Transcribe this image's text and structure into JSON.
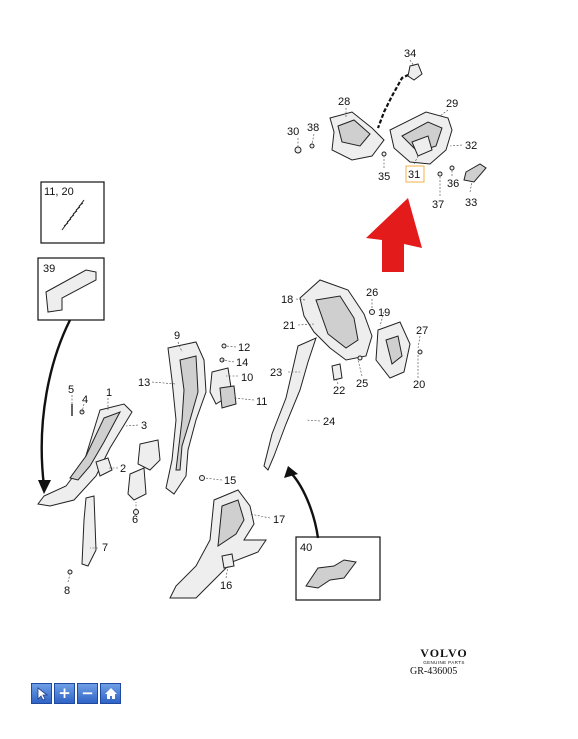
{
  "diagram": {
    "callouts": {
      "c1": "1",
      "c2": "2",
      "c3": "3",
      "c4": "4",
      "c5": "5",
      "c6": "6",
      "c7": "7",
      "c8": "8",
      "c9": "9",
      "c10": "10",
      "c11": "11",
      "c12": "12",
      "c13": "13",
      "c14": "14",
      "c15": "15",
      "c16": "16",
      "c17": "17",
      "c18": "18",
      "c19": "19",
      "c20": "20",
      "c21": "21",
      "c22": "22",
      "c23": "23",
      "c24": "24",
      "c25": "25",
      "c26": "26",
      "c27": "27",
      "c28": "28",
      "c29": "29",
      "c30": "30",
      "c31": "31",
      "c32": "32",
      "c33": "33",
      "c34": "34",
      "c35": "35",
      "c36": "36",
      "c37": "37",
      "c38": "38",
      "c39": "39",
      "c40": "40",
      "c1120": "11, 20"
    },
    "highlighted_part": "31"
  },
  "brand": {
    "name": "VOLVO",
    "subtitle": "GENUINE PARTS"
  },
  "diagram_code": "GR-436005",
  "toolbar": {
    "buttons": [
      {
        "icon": "pointer-icon"
      },
      {
        "icon": "zoom-in-icon",
        "glyph": "+"
      },
      {
        "icon": "zoom-out-icon",
        "glyph": "−"
      },
      {
        "icon": "home-icon"
      }
    ]
  },
  "colors": {
    "arrow": "#e31b1b",
    "highlight": "#f2b34a",
    "toolbar": "#3b70d1"
  }
}
